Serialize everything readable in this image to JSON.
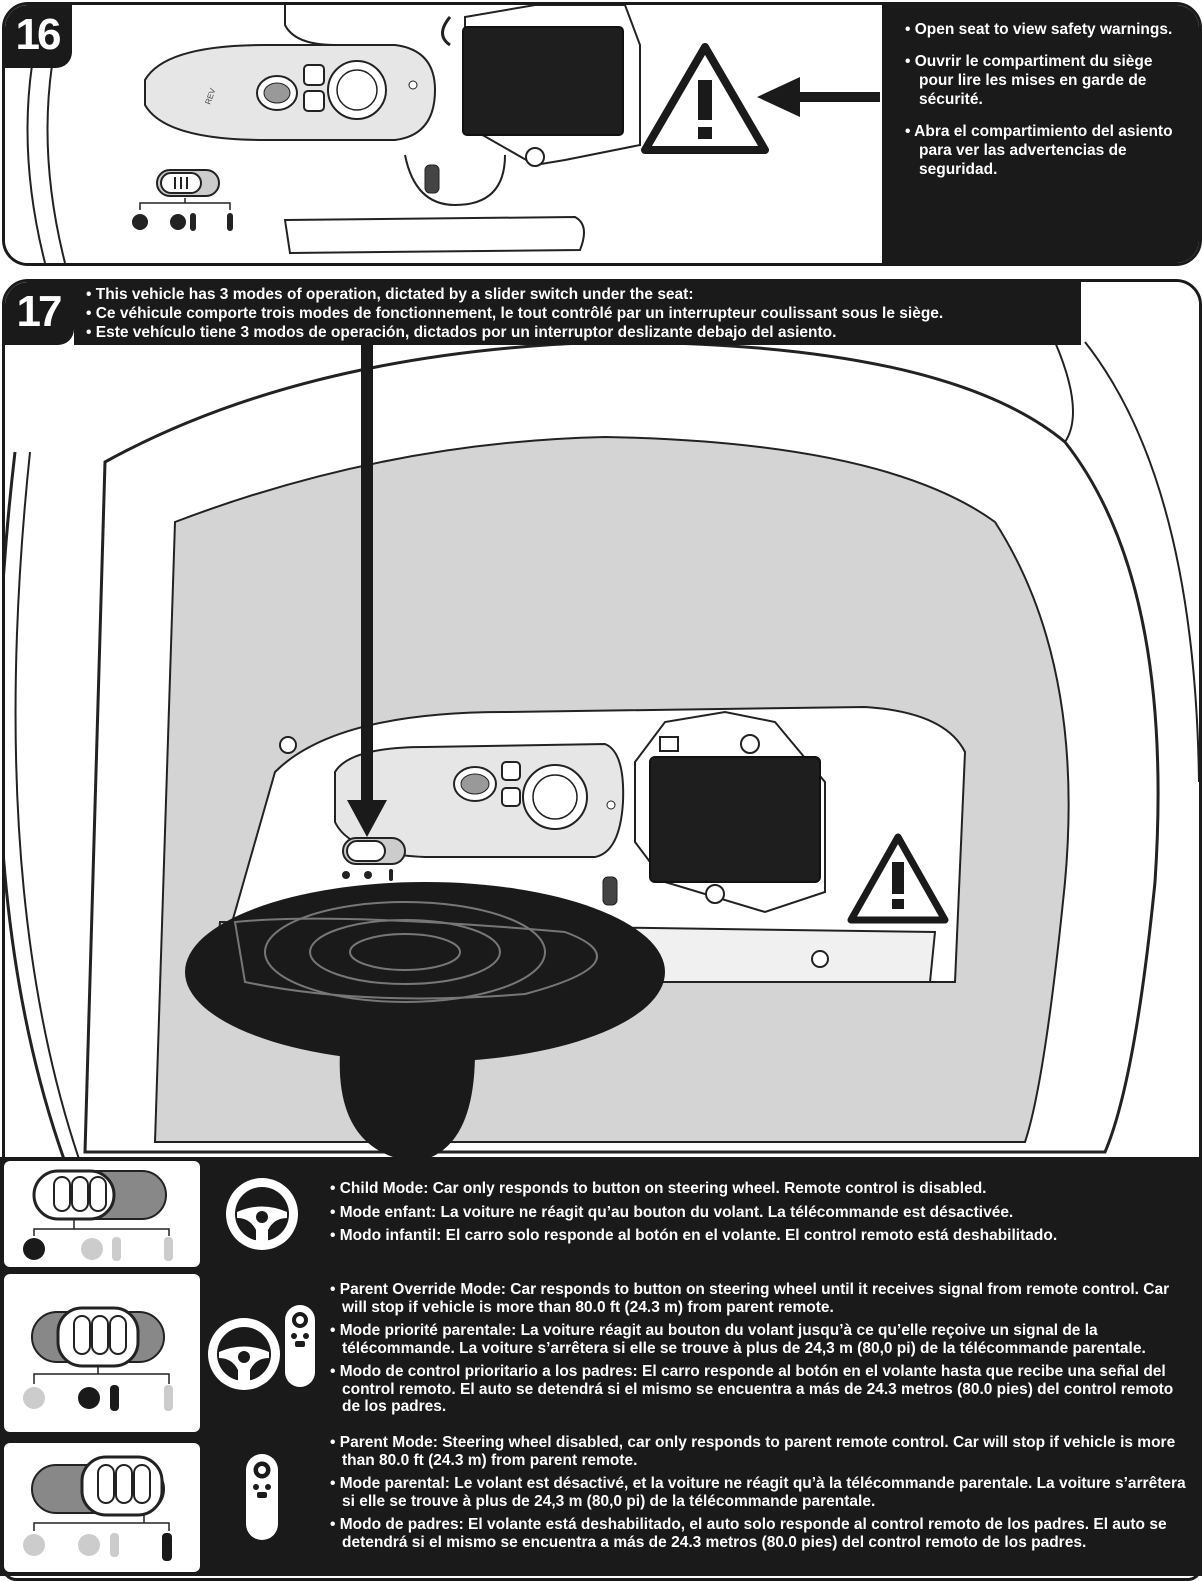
{
  "step16": {
    "number": "16",
    "bullets": [
      "• Open seat to view safety warnings.",
      "• Ouvrir le compartiment du siège pour lire les mises en garde de sécurité.",
      "• Abra el compartimiento del asiento para ver las advertencias de seguridad."
    ]
  },
  "step17": {
    "number": "17",
    "header": [
      "• This vehicle has 3 modes of operation, dictated by a slider switch under the seat:",
      "• Ce véhicule comporte trois modes de fonctionnement, le tout contrôlé par un interrupteur coulissant sous le siège.",
      "• Este vehículo tiene 3 modos de operación, dictados por un interruptor deslizante debajo del asiento."
    ]
  },
  "modes": [
    {
      "lines": [
        "• Child Mode: Car only responds to button on steering wheel.  Remote control is disabled.",
        "• Mode enfant: La voiture ne réagit qu’au bouton du volant.  La télécommande est désactivée.",
        "• Modo infantil: El carro solo responde al botón en el volante.  El control remoto está deshabilitado."
      ]
    },
    {
      "lines": [
        "• Parent Override Mode: Car responds to button on steering wheel until it receives signal from remote control. Car will stop if vehicle is more than 80.0 ft (24.3 m) from parent remote.",
        "• Mode priorité parentale: La voiture réagit au bouton du volant jusqu’à ce qu’elle reçoive un signal de la télécommande. La voiture s’arrêtera si elle se trouve à plus de 24,3 m (80,0 pi) de la télécommande parentale.",
        "• Modo de control prioritario a los padres: El carro responde al botón en el volante hasta que recibe una señal del control remoto. El auto se detendrá si el mismo se encuentra a más de 24.3 metros (80.0 pies) del control remoto de los padres."
      ]
    },
    {
      "lines": [
        "• Parent Mode: Steering wheel disabled, car only responds to parent remote control. Car will stop if vehicle is more than 80.0 ft (24.3 m) from parent remote.",
        "• Mode parental: Le volant est désactivé, et la voiture ne réagit qu’à la télécommande parentale. La voiture s’arrêtera si elle se trouve à plus de 24,3 m (80,0 pi) de la télécommande parentale.",
        "• Modo de padres: El volante está deshabilitado, el auto solo responde al control remoto de los padres. El auto se detendrá si el mismo se encuentra a más de 24.3 metros (80.0 pies) del control remoto de los padres."
      ]
    }
  ],
  "icons": [
    "warning-triangle-icon",
    "steering-wheel-icon",
    "remote-control-icon",
    "slider-switch-icon"
  ]
}
